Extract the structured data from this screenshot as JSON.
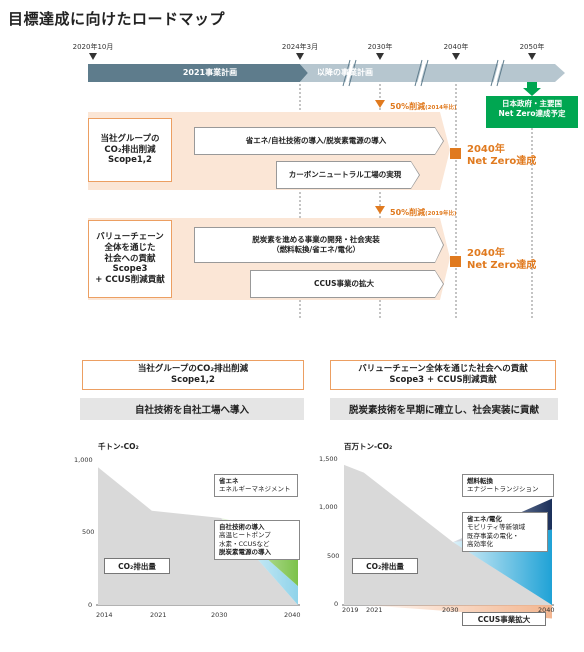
{
  "title": "目標達成に向けたロードマップ",
  "timeline": {
    "labels": [
      "2020年10月",
      "2024年3月",
      "2030年",
      "2040年",
      "2050年"
    ],
    "plan_2021": "2021事業計画",
    "plan_future": "以降の事業計画",
    "goal_box": [
      "日本政府・主要国",
      "Net Zero達成予定"
    ]
  },
  "scope12": {
    "label": [
      "当社グループの",
      "CO₂排出削減",
      "Scope1,2"
    ],
    "reduction": "50%削減",
    "reduction_base": "(2014年比)",
    "arrow1": "省エネ/自社技術の導入/脱炭素電源の導入",
    "arrow2": "カーボンニュートラル工場の実現",
    "achieve": [
      "2040年",
      "Net Zero達成"
    ]
  },
  "scope3": {
    "label": [
      "バリューチェーン",
      "全体を通じた",
      "社会への貢献",
      "Scope3",
      "+ CCUS削減貢献"
    ],
    "reduction": "50%削減",
    "reduction_base": "(2019年比)",
    "arrow1": [
      "脱炭素を進める事業の開発・社会実装",
      "（燃料転換/省エネ/電化）"
    ],
    "arrow2": "CCUS事業の拡大",
    "achieve": [
      "2040年",
      "Net Zero達成"
    ]
  },
  "left_section": {
    "header": [
      "当社グループのCO₂排出削減",
      "Scope1,2"
    ],
    "bar": "自社技術を自社工場へ導入",
    "legend_energy": [
      "省エネ",
      "エネルギーマネジメント"
    ],
    "legend_tech": [
      "自社技術の導入",
      "高温ヒートポンプ",
      "水素・CCUSなど",
      "脱炭素電源の導入"
    ],
    "emissions_label": "CO₂排出量"
  },
  "right_section": {
    "header": [
      "バリューチェーン全体を通じた社会への貢献",
      "Scope3 + CCUS削減貢献"
    ],
    "bar": "脱炭素技術を早期に確立し、社会実装に貢献",
    "legend_fuel": [
      "燃料転換",
      "エナジートランジション"
    ],
    "legend_elec": [
      "省エネ/電化",
      "モビリティ等新領域",
      "既存事業の電化・",
      "高効率化"
    ],
    "emissions_label": "CO₂排出量",
    "ccus_label": "CCUS事業拡大"
  },
  "chart_data": [
    {
      "type": "area",
      "ylabel": "千トン-CO₂",
      "x": [
        2014,
        2021,
        2030,
        2040
      ],
      "x_ticks": [
        "2014",
        "2021",
        "2030",
        "2040"
      ],
      "y_ticks": [
        "1,000",
        "500",
        "0"
      ],
      "ylim": [
        0,
        1000
      ],
      "series": [
        {
          "name": "CO₂排出量",
          "color": "#d9d9d9",
          "values": [
            950,
            650,
            600,
            0
          ]
        },
        {
          "name": "省エネ",
          "color": "#8fd3ea",
          "values": [
            0,
            0,
            0,
            130
          ]
        },
        {
          "name": "自社技術の導入",
          "color": "#7cc24a",
          "values": [
            0,
            0,
            0,
            340
          ]
        }
      ]
    },
    {
      "type": "area",
      "ylabel": "百万トン-CO₂",
      "x": [
        2019,
        2021,
        2030,
        2040
      ],
      "x_ticks": [
        "2019",
        "2021",
        "2030",
        "2040"
      ],
      "y_ticks": [
        "1,500",
        "1,000",
        "500",
        "0"
      ],
      "ylim": [
        0,
        1500
      ],
      "series": [
        {
          "name": "CO₂排出量",
          "color": "#d9d9d9",
          "values": [
            1450,
            1370,
            650,
            0
          ]
        },
        {
          "name": "燃料転換",
          "color": "#1fa2d6",
          "values": [
            0,
            0,
            0,
            780
          ]
        },
        {
          "name": "省エネ/電化",
          "color": "#1a2f5a",
          "values": [
            0,
            0,
            0,
            320
          ]
        },
        {
          "name": "CCUS事業拡大",
          "color": "#f3b690",
          "values": [
            0,
            0,
            0,
            -140
          ]
        }
      ]
    }
  ]
}
